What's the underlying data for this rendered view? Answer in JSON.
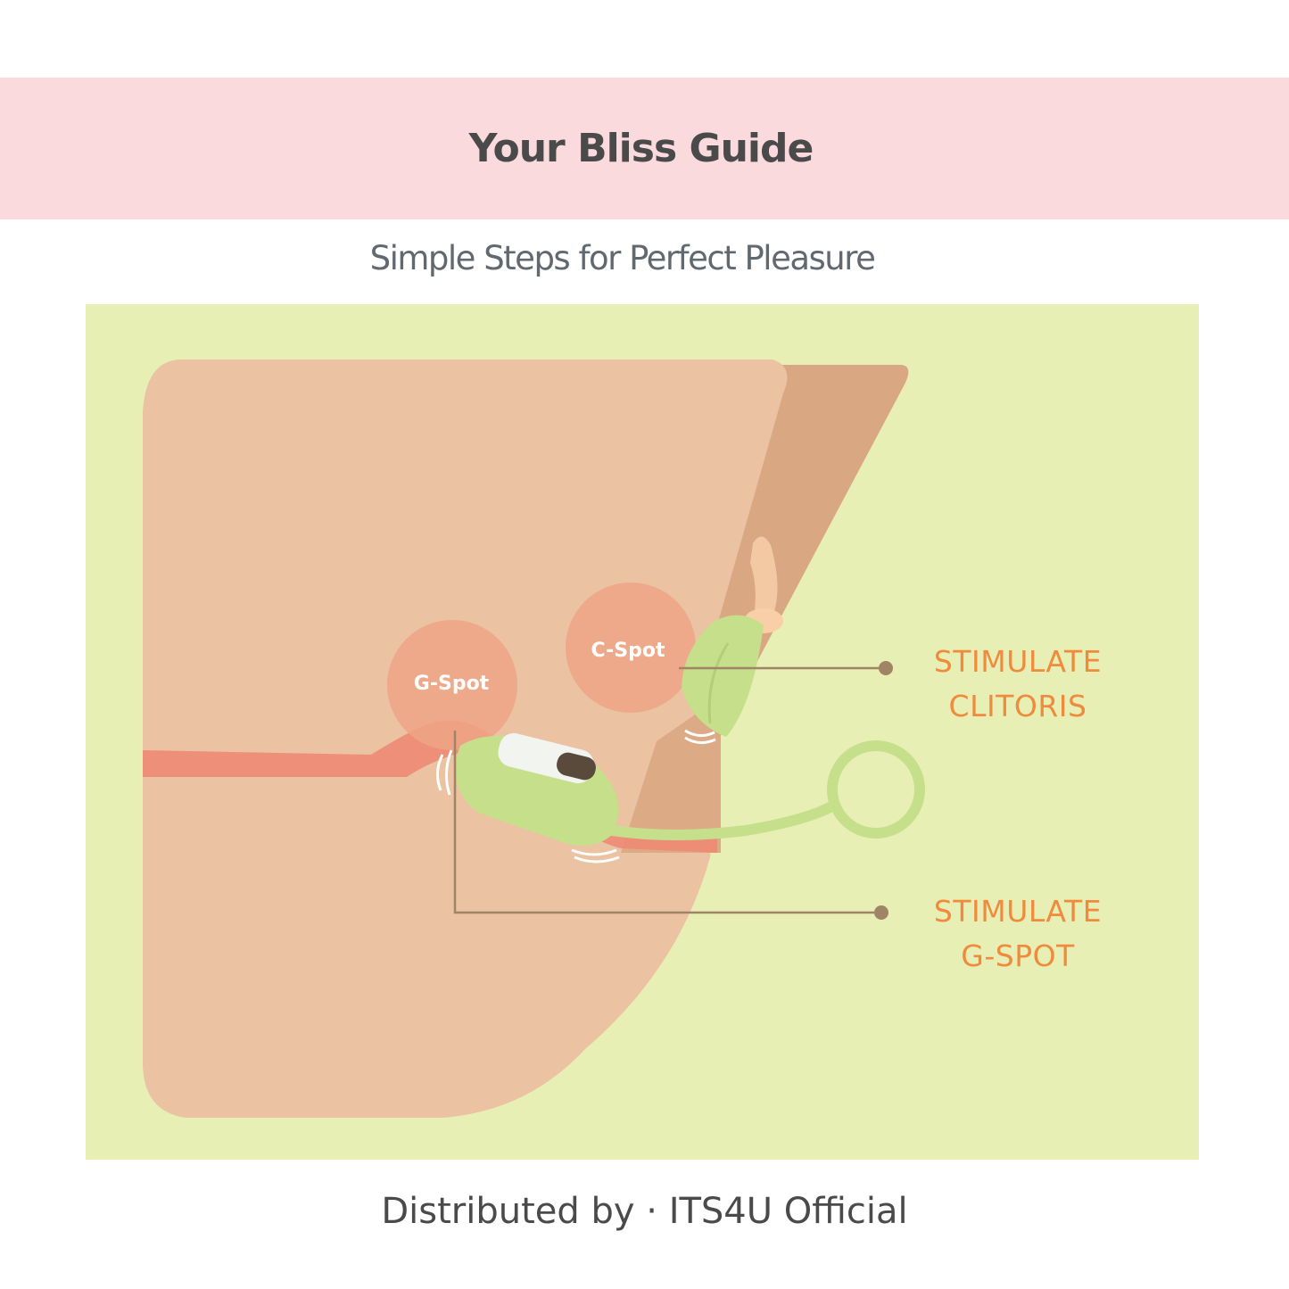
{
  "header": {
    "title": "Your Bliss Guide"
  },
  "subtitle": "Simple Steps for Perfect Pleasure",
  "diagram": {
    "spot_labels": {
      "g_spot": "G-Spot",
      "c_spot": "C-Spot"
    },
    "callouts": {
      "clitoris": {
        "line1": "STIMULATE",
        "line2": "CLITORIS"
      },
      "g_spot": {
        "line1": "STIMULATE",
        "line2": "G-SPOT"
      }
    }
  },
  "footer": {
    "text": "Distributed by · ITS4U Official"
  },
  "colors": {
    "header_band": "#fadadd",
    "panel_background": "#e7efb5",
    "skin_light": "#ebc2a2",
    "skin_dark": "#d9a782",
    "canal": "#ee8a74",
    "spot_circle": "#eea486",
    "device_green": "#c6df8a",
    "callout_text": "#f08a3c",
    "leader_line": "#a08466"
  }
}
